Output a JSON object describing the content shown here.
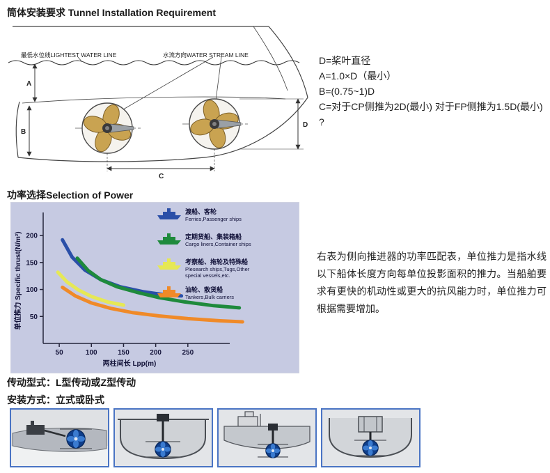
{
  "section1": {
    "title": "筒体安装要求 Tunnel Installation Requirement",
    "diagram": {
      "label_lightest_water_line": "最低水位线LIGHTEST WATER LINE",
      "label_water_stream_line": "水流方向WATER STREAM LINE",
      "dim_a": "A",
      "dim_b": "B",
      "dim_c": "C",
      "dim_d": "D"
    },
    "notes": [
      "D=桨叶直径",
      "A=1.0×D（最小）",
      "B=(0.75~1)D",
      "C=对于CP侧推为2D(最小) 对于FP侧推为1.5D(最小)",
      "?"
    ]
  },
  "section2": {
    "title": "功率选择Selection of Power",
    "description": "右表为侧向推进器的功率匹配表，单位推力是指水线以下船体长度方向每单位投影面积的推力。当船舶要求有更快的机动性或更大的抗风能力时，单位推力可根据需要增加。"
  },
  "section3": {
    "drive_type": "传动型式：L型传动或Z型传动",
    "install_type": "安装方式：立式或卧式"
  },
  "chart_data": {
    "type": "line",
    "title": "",
    "xlabel": "两柱间长 Lpp(m)",
    "ylabel": "单位推力 Specific thrust(N/m²)",
    "xticks": [
      50,
      100,
      150,
      200,
      250
    ],
    "yticks": [
      50,
      100,
      150,
      200
    ],
    "xlim": [
      25,
      300
    ],
    "ylim": [
      0,
      235
    ],
    "background": "#c6cae2",
    "legend_position": "top-right",
    "grid": false,
    "series": [
      {
        "name_cn": "渡船、客轮",
        "name_en": "Ferries,Passenger ships",
        "name_en2": "",
        "color": "#2a4fa8",
        "points": [
          [
            55,
            192
          ],
          [
            70,
            160
          ],
          [
            90,
            136
          ],
          [
            115,
            118
          ],
          [
            145,
            105
          ],
          [
            180,
            96
          ],
          [
            215,
            90
          ],
          [
            240,
            88
          ]
        ]
      },
      {
        "name_cn": "定期货船、集装箱船",
        "name_en": "Cargo liners,Container ships",
        "name_en2": "",
        "color": "#1e8a3c",
        "points": [
          [
            78,
            158
          ],
          [
            95,
            135
          ],
          [
            115,
            118
          ],
          [
            140,
            105
          ],
          [
            170,
            95
          ],
          [
            205,
            85
          ],
          [
            245,
            77
          ],
          [
            290,
            70
          ],
          [
            330,
            66
          ]
        ]
      },
      {
        "name_cn": "考察船、拖轮及特殊船",
        "name_en": "Plesearch ships,Tugs,Other",
        "name_en2": "special vessels,etc.",
        "color": "#e6e855",
        "points": [
          [
            48,
            132
          ],
          [
            62,
            114
          ],
          [
            80,
            99
          ],
          [
            100,
            87
          ],
          [
            125,
            77
          ],
          [
            150,
            71
          ]
        ]
      },
      {
        "name_cn": "油轮、散货船",
        "name_en": "Tankers,Bulk carriers",
        "name_en2": "",
        "color": "#f08a28",
        "points": [
          [
            55,
            104
          ],
          [
            75,
            88
          ],
          [
            100,
            75
          ],
          [
            130,
            65
          ],
          [
            165,
            57
          ],
          [
            205,
            51
          ],
          [
            250,
            46
          ],
          [
            300,
            42
          ],
          [
            335,
            40
          ]
        ]
      }
    ]
  }
}
